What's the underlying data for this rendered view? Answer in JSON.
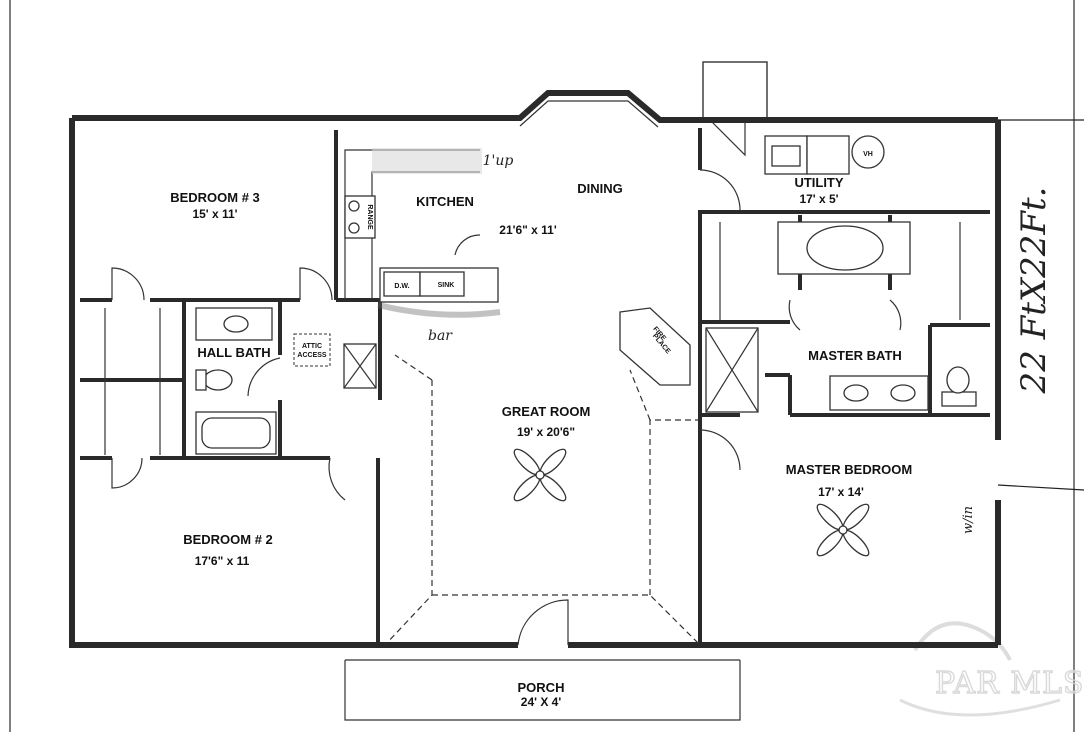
{
  "plan": {
    "rooms": {
      "bedroom3": {
        "name": "BEDROOM # 3",
        "dim": "15' x 11'"
      },
      "kitchen": {
        "name": "KITCHEN"
      },
      "dining": {
        "name": "DINING",
        "dim": "21'6\" x 11'"
      },
      "utility": {
        "name": "UTILITY",
        "dim": "17' x 5'"
      },
      "hallbath": {
        "name": "HALL BATH"
      },
      "masterbath": {
        "name": "MASTER BATH"
      },
      "greatroom": {
        "name": "GREAT ROOM",
        "dim": "19' x 20'6\""
      },
      "bedroom2": {
        "name": "BEDROOM # 2",
        "dim": "17'6\" x 11"
      },
      "masterbed": {
        "name": "MASTER BEDROOM",
        "dim": "17' x 14'"
      },
      "porch": {
        "name": "PORCH",
        "dim": "24' X 4'"
      }
    },
    "fixtures": {
      "range": "RANGE",
      "dw": "D.W.",
      "sink": "SINK",
      "wh": "VH",
      "attic_line1": "ATTIC",
      "attic_line2": "ACCESS",
      "fire_line1": "FIRE",
      "fire_line2": "PLACE"
    },
    "handwritten": {
      "side_note": "22 FtX22Ft.",
      "cabinet_note": "1'up",
      "counter_note": "bar",
      "closet_note": "w/in"
    },
    "watermark": "PAR MLS"
  }
}
